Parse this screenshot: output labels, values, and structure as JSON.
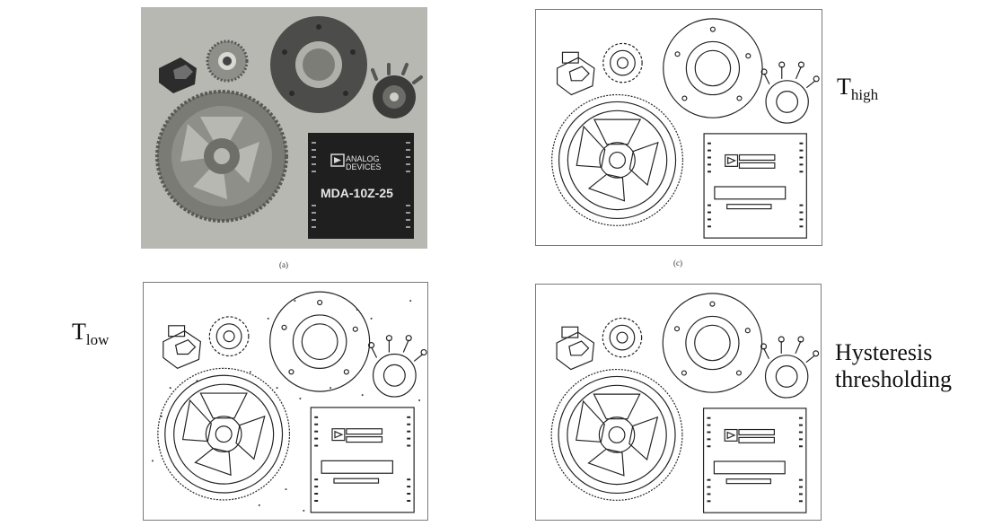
{
  "figure": {
    "panel_a": {
      "caption": "(a)",
      "chip_brand_line1": "ANALOG",
      "chip_brand_line2": "DEVICES",
      "chip_part": "MDA-10Z-25"
    },
    "panel_c": {
      "caption": "(c)"
    },
    "labels": {
      "t_high": {
        "main": "T",
        "sub": "high"
      },
      "t_low": {
        "main": "T",
        "sub": "low"
      },
      "hysteresis": {
        "line1": "Hysteresis",
        "line2": "thresholding"
      }
    }
  }
}
